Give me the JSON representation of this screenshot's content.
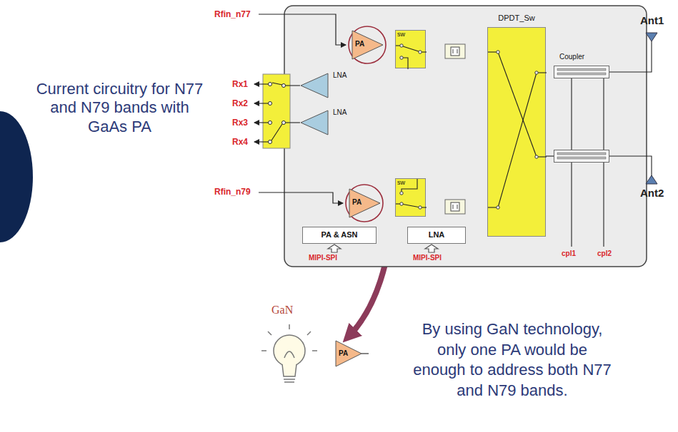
{
  "diagram": {
    "nodes": [
      {
        "text": [
          "PA"
        ]
      },
      {
        "text": [
          "sw"
        ]
      },
      {
        "text": [
          "LNA"
        ]
      },
      {
        "text": [
          "DPDT_Sw"
        ]
      },
      {
        "text": [
          "Coupler"
        ]
      },
      {
        "text": [
          "LNA"
        ]
      },
      {
        "text": [
          "PA"
        ]
      },
      {
        "text": [
          "sw"
        ]
      },
      {
        "text": [
          "PA & ASN"
        ]
      },
      {
        "text": [
          "LNA"
        ]
      },
      {
        "text": [
          "PA"
        ]
      }
    ],
    "edges": [
      {
        "from": 0,
        "to": 1,
        "arrow": "none"
      },
      {
        "from": 1,
        "to": 2,
        "arrow": "none"
      },
      {
        "from": 1,
        "to": 3,
        "arrow": "none"
      },
      {
        "from": 6,
        "to": 7,
        "arrow": "none"
      },
      {
        "from": 7,
        "to": 5,
        "arrow": "none"
      },
      {
        "from": 7,
        "to": 3,
        "arrow": "none"
      },
      {
        "from": 3,
        "to": 4,
        "arrow": "none"
      },
      {
        "from": 0,
        "to": 10,
        "arrow": "to"
      }
    ],
    "labels": [
      "Current circuitry for N77 and N79 bands with GaAs PA",
      "Rfin_n77",
      "Rx1",
      "Rx2",
      "Rx3",
      "Rx4",
      "Rfin_n79",
      "MIPI-SPI",
      "MIPI-SPI",
      "cpl1",
      "cpl2",
      "Ant1",
      "Ant2",
      "GaN",
      "By using GaN technology, only one PA would be enough to address both N77 and N79 bands."
    ]
  }
}
